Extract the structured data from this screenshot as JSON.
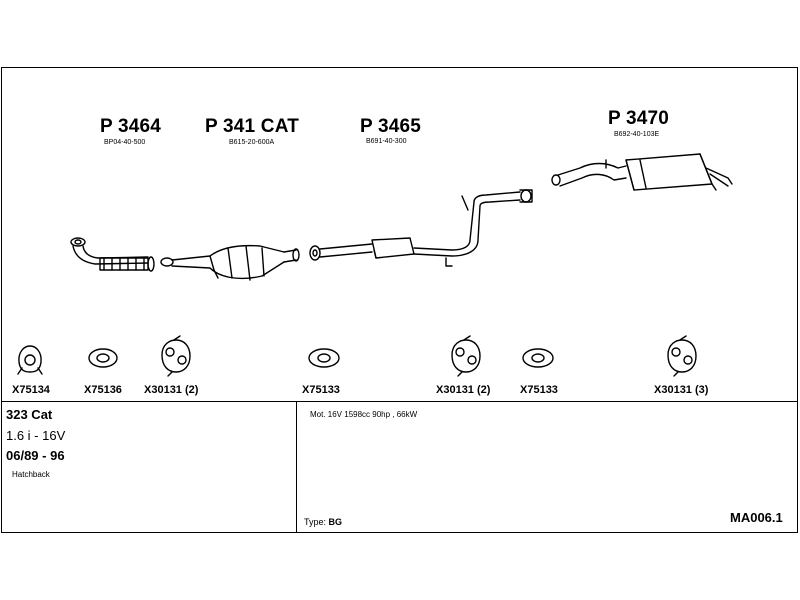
{
  "parts": [
    {
      "number": "P 3464",
      "ref": "BP04-40-500"
    },
    {
      "number": "P 341 CAT",
      "ref": "B615-20-600A"
    },
    {
      "number": "P 3465",
      "ref": "B691-40-300"
    },
    {
      "number": "P 3470",
      "ref": "B692-40-103E"
    }
  ],
  "accessories": [
    {
      "label": "X75134",
      "icon": "clamp-ring-icon"
    },
    {
      "label": "X75136",
      "icon": "gasket-icon"
    },
    {
      "label": "X30131 (2)",
      "icon": "rubber-hanger-icon"
    },
    {
      "label": "X75133",
      "icon": "gasket-icon"
    },
    {
      "label": "X30131 (2)",
      "icon": "rubber-hanger-icon"
    },
    {
      "label": "X75133",
      "icon": "gasket-icon"
    },
    {
      "label": "X30131 (3)",
      "icon": "rubber-hanger-icon"
    }
  ],
  "vehicle": {
    "model": "323 Cat",
    "engine": "1.6 i - 16V",
    "years": "06/89 - 96",
    "body": "Hatchback"
  },
  "motor": "Mot. 16V 1598cc 90hp , 66kW",
  "type_label": "Type:",
  "type_value": "BG",
  "code": "MA006.1"
}
